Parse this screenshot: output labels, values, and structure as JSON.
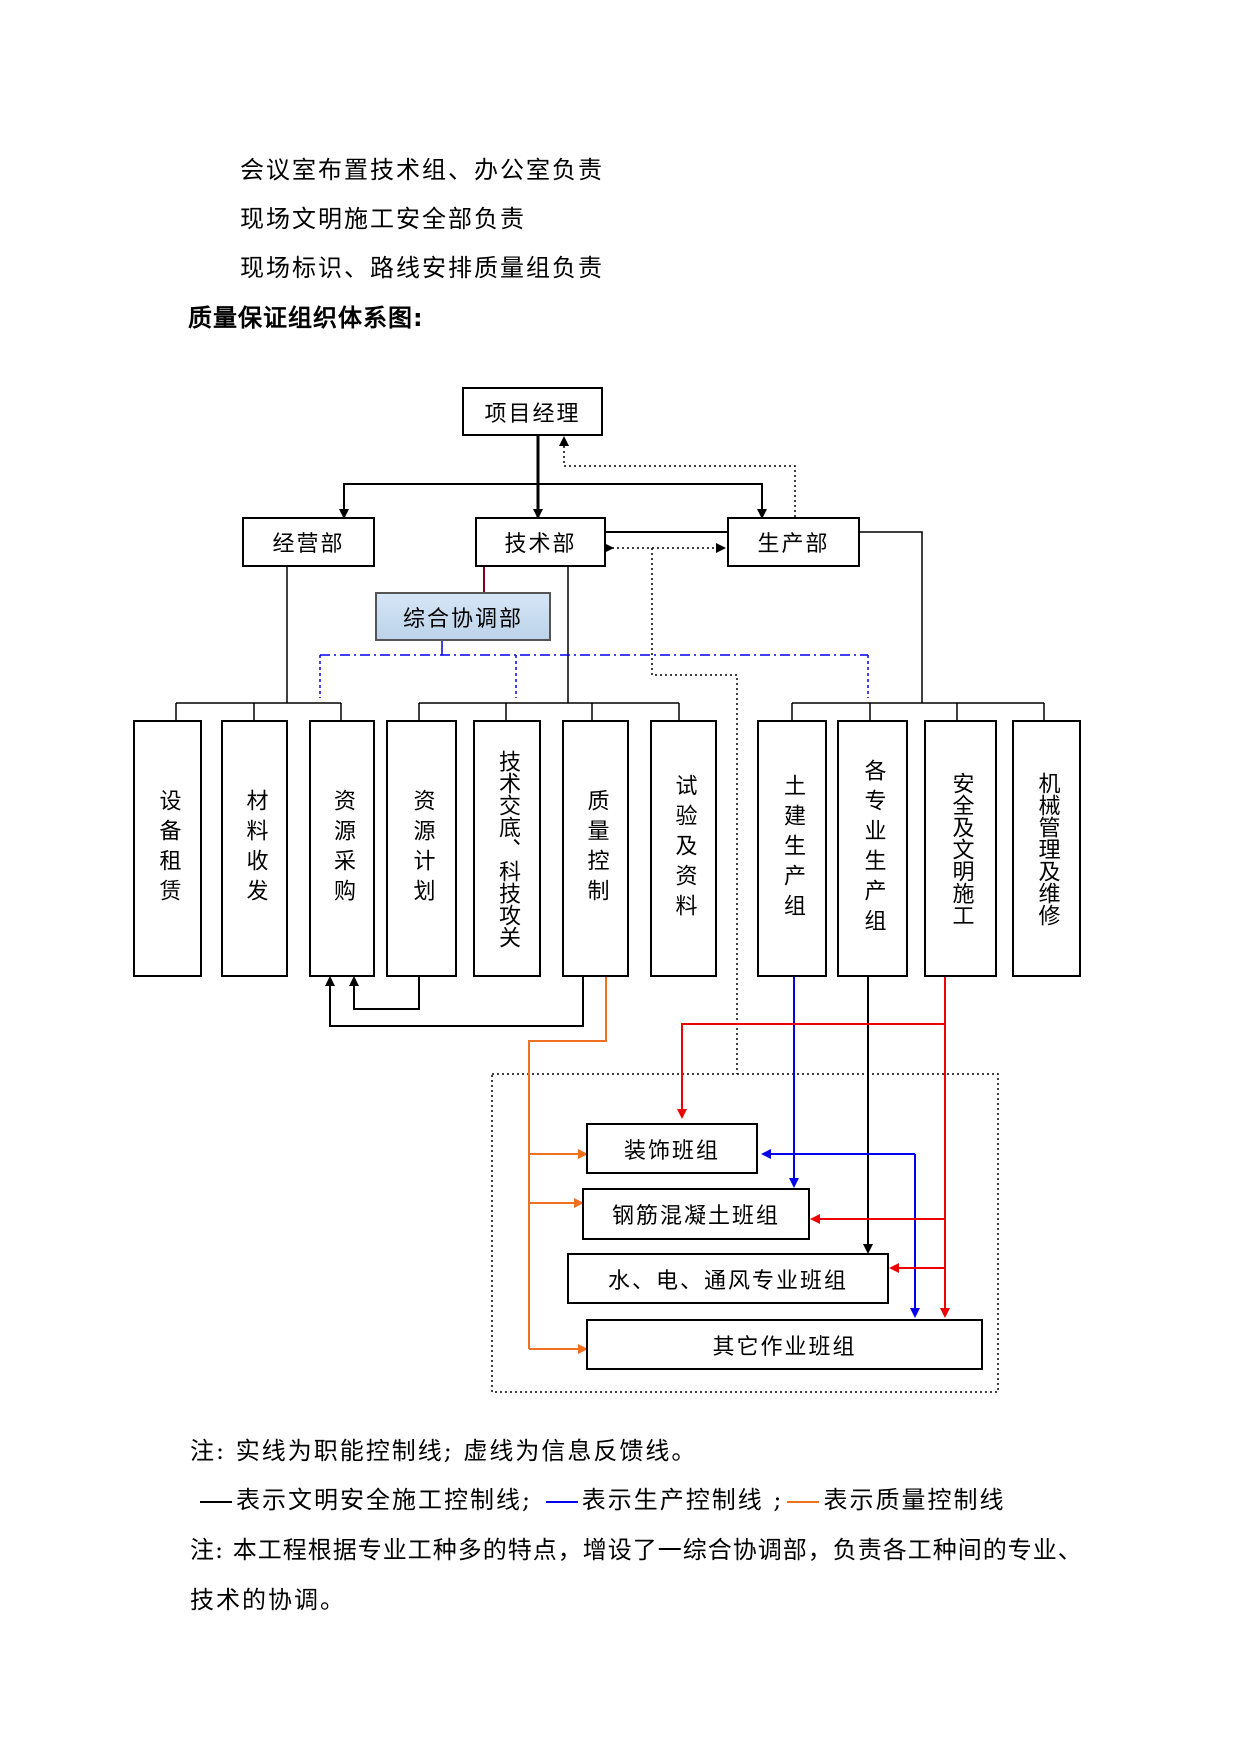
{
  "intro_lines": [
    "会议室布置技术组、办公室负责",
    "现场文明施工安全部负责",
    "现场标识、路线安排质量组负责"
  ],
  "section_title": "质量保证组织体系图:",
  "chart": {
    "top": "项目经理",
    "departments": {
      "jingying": "经营部",
      "jishu": "技术部",
      "shengchan": "生产部",
      "zonghe": "综合协调部"
    },
    "units": [
      "设备租赁",
      "材料收发",
      "资源采购",
      "资源计划",
      "技术交底、科技攻关",
      "质量控制",
      "试验及资料",
      "土建生产组",
      "各专业生产组",
      "安全及文明施工",
      "机械管理及维修"
    ],
    "teams": [
      "装饰班组",
      "钢筋混凝土班组",
      "水、电、通风专业班组",
      "其它作业班组"
    ]
  },
  "notes": {
    "note1": "注: 实线为职能控制线; 虚线为信息反馈线。",
    "legend_black": "表示文明安全施工控制线;",
    "legend_blue": "表示生产控制线 ;",
    "legend_orange": "表示质量控制线",
    "note2_line1": "注: 本工程根据专业工种多的特点，增设了一综合协调部，负责各工种间的专业、",
    "note2_line2": "技术的协调。"
  },
  "colors": {
    "black_line": "#000000",
    "blue_line": "#0000ee",
    "red_line": "#ee0000",
    "orange_line": "#f07020",
    "coord_fill": "#c8dcf0"
  }
}
